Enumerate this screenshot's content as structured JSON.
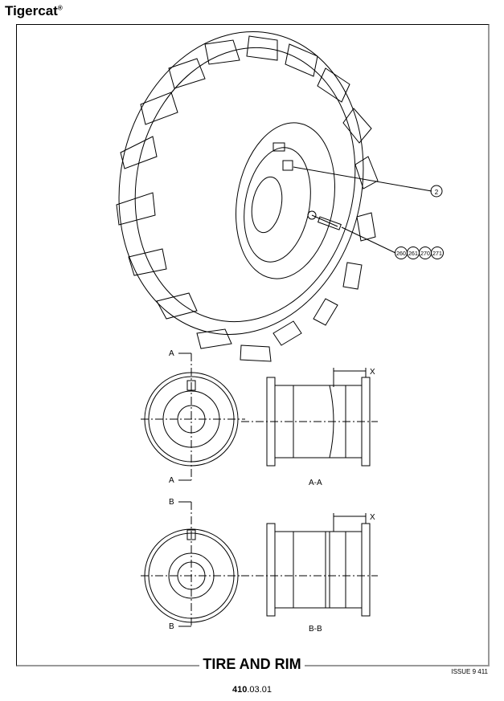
{
  "brand": {
    "name": "Tigercat",
    "mark": "®"
  },
  "title": "TIRE AND RIM",
  "issue": "ISSUE 9 411",
  "page_number": {
    "bold": "410",
    "rest": ".03.01"
  },
  "callouts": {
    "item_2": "2",
    "bolt_refs": [
      "260",
      "261",
      "270",
      "271"
    ]
  },
  "section_labels": {
    "a": "A",
    "b": "B",
    "aa": "A-A",
    "bb": "B-B",
    "x": "X"
  }
}
